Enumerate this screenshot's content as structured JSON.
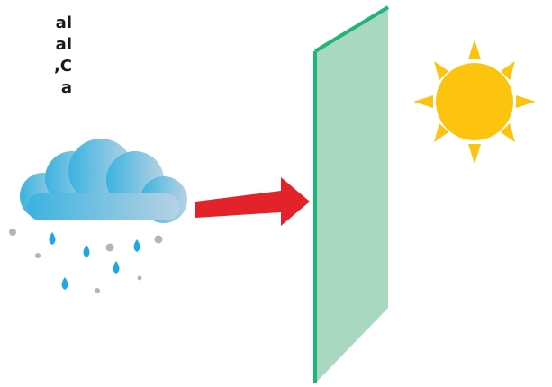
{
  "text_fragments": [
    "al",
    "al",
    "C,",
    "a"
  ],
  "colors": {
    "cloud_dark": "#3ab3e0",
    "cloud_light": "#b7d2e4",
    "raindrop": "#1fa7e6",
    "hail": "#b5b5b5",
    "arrow": "#e3222a",
    "panel_fill": "#a8d9c0",
    "panel_edge": "#1fb57a",
    "sun": "#fcc40f"
  },
  "icons": {
    "cloud": "rain-cloud-icon",
    "arrow": "right-arrow-icon",
    "panel": "glass-panel",
    "sun": "sun-icon"
  }
}
